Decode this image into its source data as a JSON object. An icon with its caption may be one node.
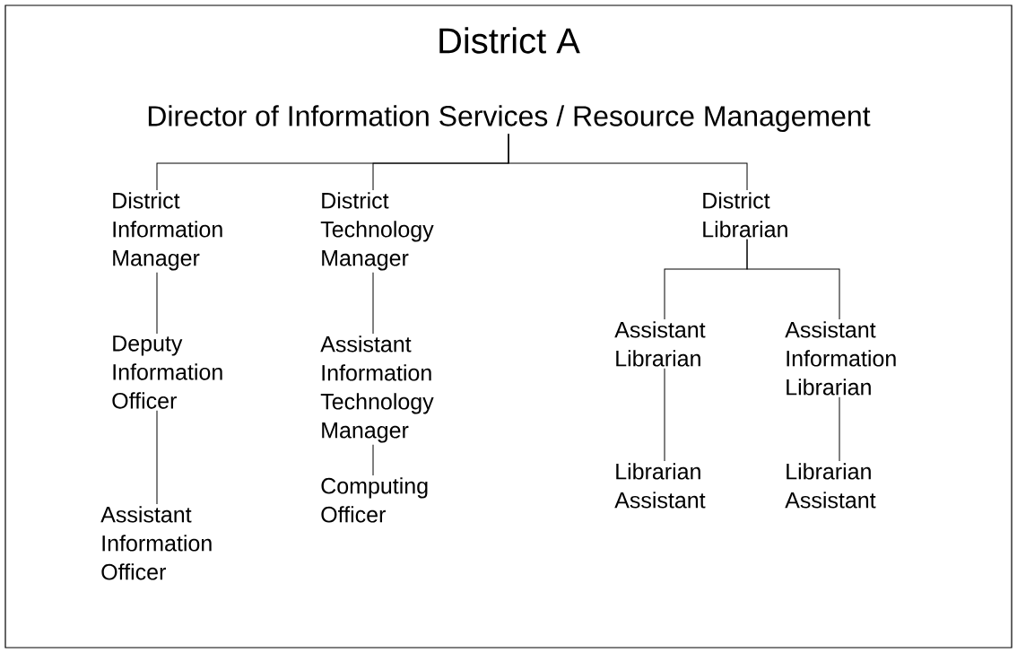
{
  "diagram": {
    "title": "District A",
    "nodes": [
      {
        "text": [
          "Director of Information Services / Resource Management"
        ]
      },
      {
        "text": [
          "District Information Manager"
        ]
      },
      {
        "text": [
          "District Technology Manager"
        ]
      },
      {
        "text": [
          "District Librarian"
        ]
      },
      {
        "text": [
          "Deputy Information Officer"
        ]
      },
      {
        "text": [
          "Assistant Information Officer"
        ]
      },
      {
        "text": [
          "Assistant Information Technology Manager"
        ]
      },
      {
        "text": [
          "Computing Officer"
        ]
      },
      {
        "text": [
          "Assistant Librarian"
        ]
      },
      {
        "text": [
          "Assistant Information Librarian"
        ]
      },
      {
        "text": [
          "Librarian Assistant"
        ]
      },
      {
        "text": [
          "Librarian Assistant"
        ]
      }
    ],
    "edges": [
      {
        "from": 0,
        "to": 1,
        "arrow": "none"
      },
      {
        "from": 0,
        "to": 2,
        "arrow": "none"
      },
      {
        "from": 0,
        "to": 3,
        "arrow": "none"
      },
      {
        "from": 1,
        "to": 4,
        "arrow": "none"
      },
      {
        "from": 4,
        "to": 5,
        "arrow": "none"
      },
      {
        "from": 2,
        "to": 6,
        "arrow": "none"
      },
      {
        "from": 6,
        "to": 7,
        "arrow": "none"
      },
      {
        "from": 3,
        "to": 8,
        "arrow": "none"
      },
      {
        "from": 3,
        "to": 9,
        "arrow": "none"
      },
      {
        "from": 8,
        "to": 10,
        "arrow": "none"
      },
      {
        "from": 9,
        "to": 11,
        "arrow": "none"
      }
    ]
  }
}
